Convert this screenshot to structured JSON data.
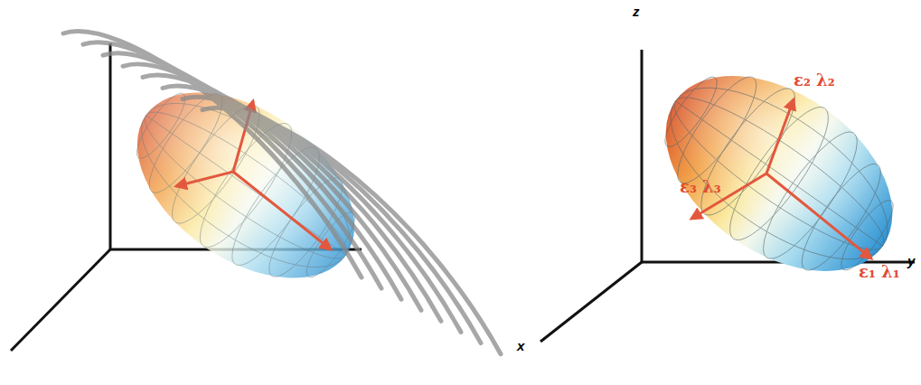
{
  "diagram": {
    "labels": [
      "z",
      "x",
      "y",
      "ε₂ λ₂",
      "ε₃ λ₃",
      "ε₁ λ₁"
    ]
  }
}
